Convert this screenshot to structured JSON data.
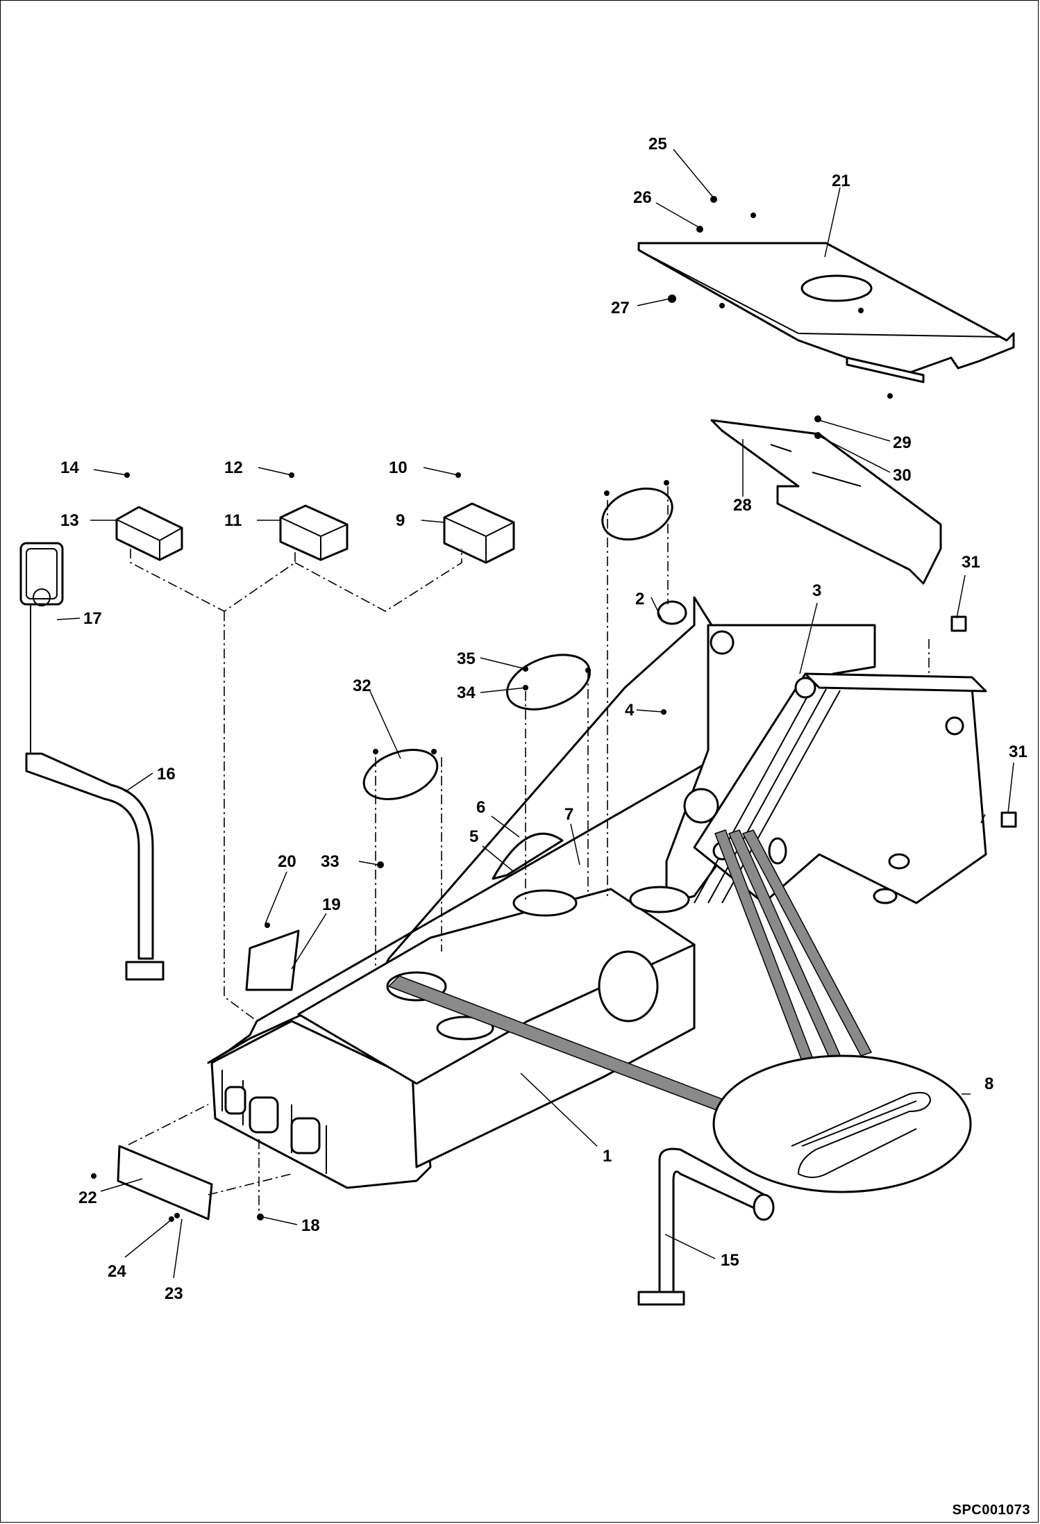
{
  "diagram": {
    "drawing_code": "SPC001073",
    "callouts": [
      {
        "id": "c1",
        "label": "1"
      },
      {
        "id": "c2",
        "label": "2"
      },
      {
        "id": "c3",
        "label": "3"
      },
      {
        "id": "c4",
        "label": "4"
      },
      {
        "id": "c5",
        "label": "5"
      },
      {
        "id": "c6",
        "label": "6"
      },
      {
        "id": "c7",
        "label": "7"
      },
      {
        "id": "c8",
        "label": "8"
      },
      {
        "id": "c9",
        "label": "9"
      },
      {
        "id": "c10",
        "label": "10"
      },
      {
        "id": "c11",
        "label": "11"
      },
      {
        "id": "c12",
        "label": "12"
      },
      {
        "id": "c13",
        "label": "13"
      },
      {
        "id": "c14",
        "label": "14"
      },
      {
        "id": "c15",
        "label": "15"
      },
      {
        "id": "c16",
        "label": "16"
      },
      {
        "id": "c17",
        "label": "17"
      },
      {
        "id": "c18",
        "label": "18"
      },
      {
        "id": "c19",
        "label": "19"
      },
      {
        "id": "c20",
        "label": "20"
      },
      {
        "id": "c21",
        "label": "21"
      },
      {
        "id": "c22",
        "label": "22"
      },
      {
        "id": "c23",
        "label": "23"
      },
      {
        "id": "c24",
        "label": "24"
      },
      {
        "id": "c25",
        "label": "25"
      },
      {
        "id": "c26",
        "label": "26"
      },
      {
        "id": "c27",
        "label": "27"
      },
      {
        "id": "c28",
        "label": "28"
      },
      {
        "id": "c29",
        "label": "29"
      },
      {
        "id": "c30",
        "label": "30"
      },
      {
        "id": "c31a",
        "label": "31"
      },
      {
        "id": "c31b",
        "label": "31"
      },
      {
        "id": "c32",
        "label": "32"
      },
      {
        "id": "c33",
        "label": "33"
      },
      {
        "id": "c34",
        "label": "34"
      },
      {
        "id": "c35",
        "label": "35"
      }
    ]
  }
}
